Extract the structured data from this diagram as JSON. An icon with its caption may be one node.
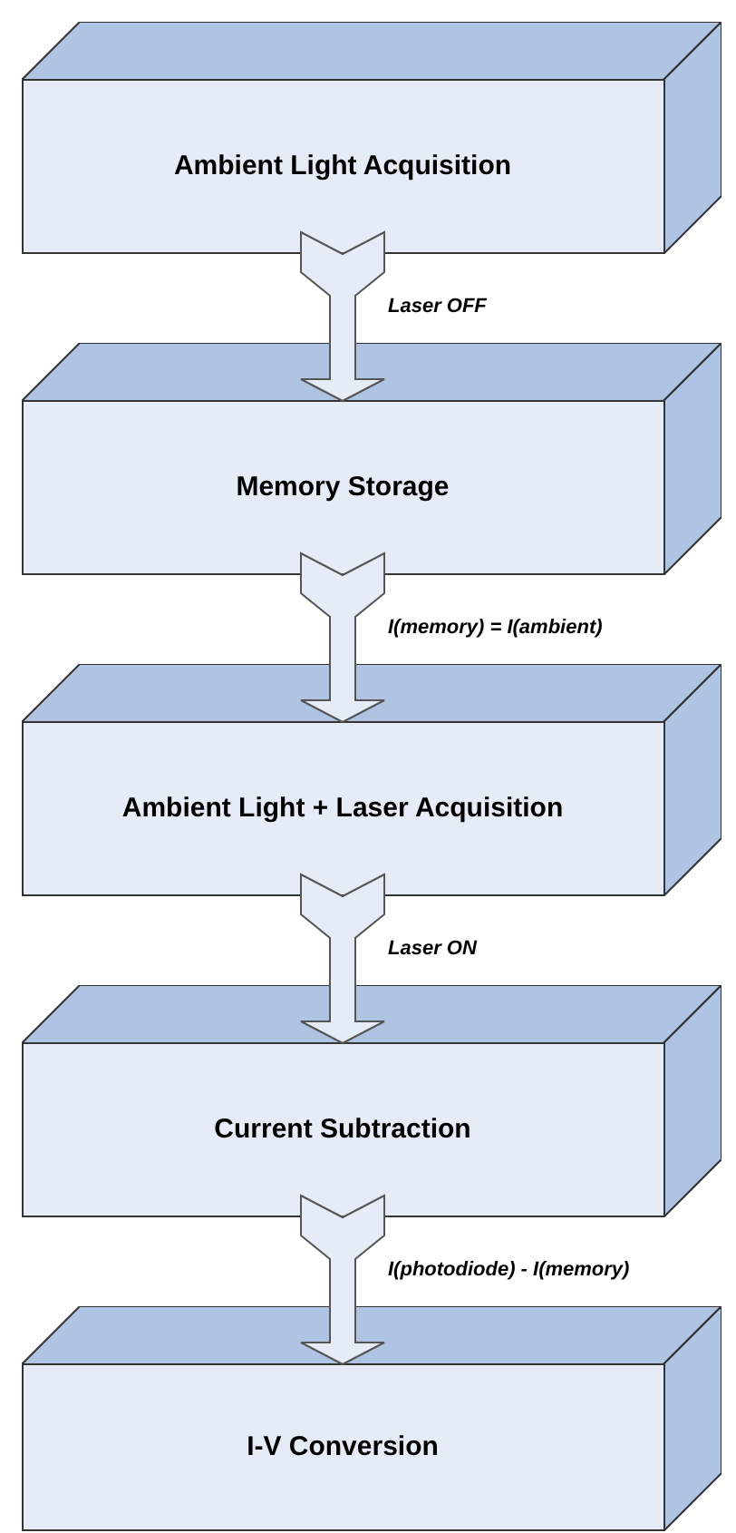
{
  "diagram": {
    "nodes": [
      {
        "text": [
          "Ambient Light Acquisition"
        ]
      },
      {
        "text": [
          "Memory Storage"
        ]
      },
      {
        "text": [
          "Ambient Light + Laser Acquisition"
        ]
      },
      {
        "text": [
          "Current Subtraction"
        ]
      },
      {
        "text": [
          "I-V Conversion"
        ]
      }
    ],
    "edges": [
      {
        "from": 0,
        "to": 1,
        "arrow": "to",
        "label": "Laser OFF"
      },
      {
        "from": 1,
        "to": 2,
        "arrow": "to",
        "label": "I(memory) = I(ambient)"
      },
      {
        "from": 2,
        "to": 3,
        "arrow": "to",
        "label": "Laser ON"
      },
      {
        "from": 3,
        "to": 4,
        "arrow": "to",
        "label": "I(photodiode) - I(memory)"
      }
    ]
  }
}
